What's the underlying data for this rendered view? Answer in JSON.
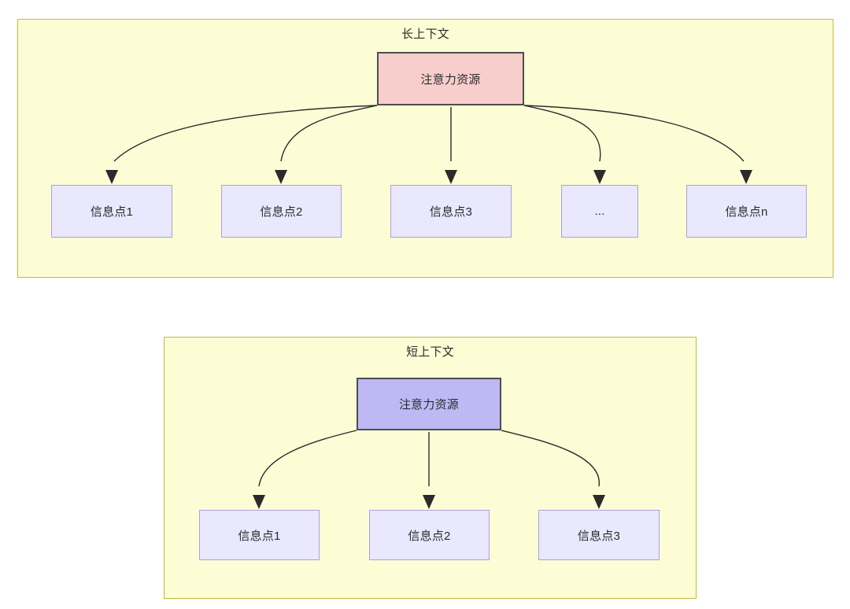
{
  "diagram": {
    "title_long": "长上下文",
    "title_short": "短上下文",
    "colors": {
      "container_fill": "#fdfdd5",
      "container_border": "#c4bb34",
      "attention_long_fill": "#f8cecc",
      "attention_short_fill": "#bcb9f5",
      "node_border_dark": "#4d4d4d",
      "info_fill": "#e9e8fd",
      "info_border": "#b39ddb",
      "edge_stroke": "#2b2b2b",
      "text": "#2b2b2b"
    }
  },
  "long_context": {
    "title": "长上下文",
    "attention_node": {
      "label": "注意力资源"
    },
    "info_nodes": [
      {
        "label": "信息点1"
      },
      {
        "label": "信息点2"
      },
      {
        "label": "信息点3"
      },
      {
        "label": "..."
      },
      {
        "label": "信息点n"
      }
    ]
  },
  "short_context": {
    "title": "短上下文",
    "attention_node": {
      "label": "注意力资源"
    },
    "info_nodes": [
      {
        "label": "信息点1"
      },
      {
        "label": "信息点2"
      },
      {
        "label": "信息点3"
      }
    ]
  }
}
